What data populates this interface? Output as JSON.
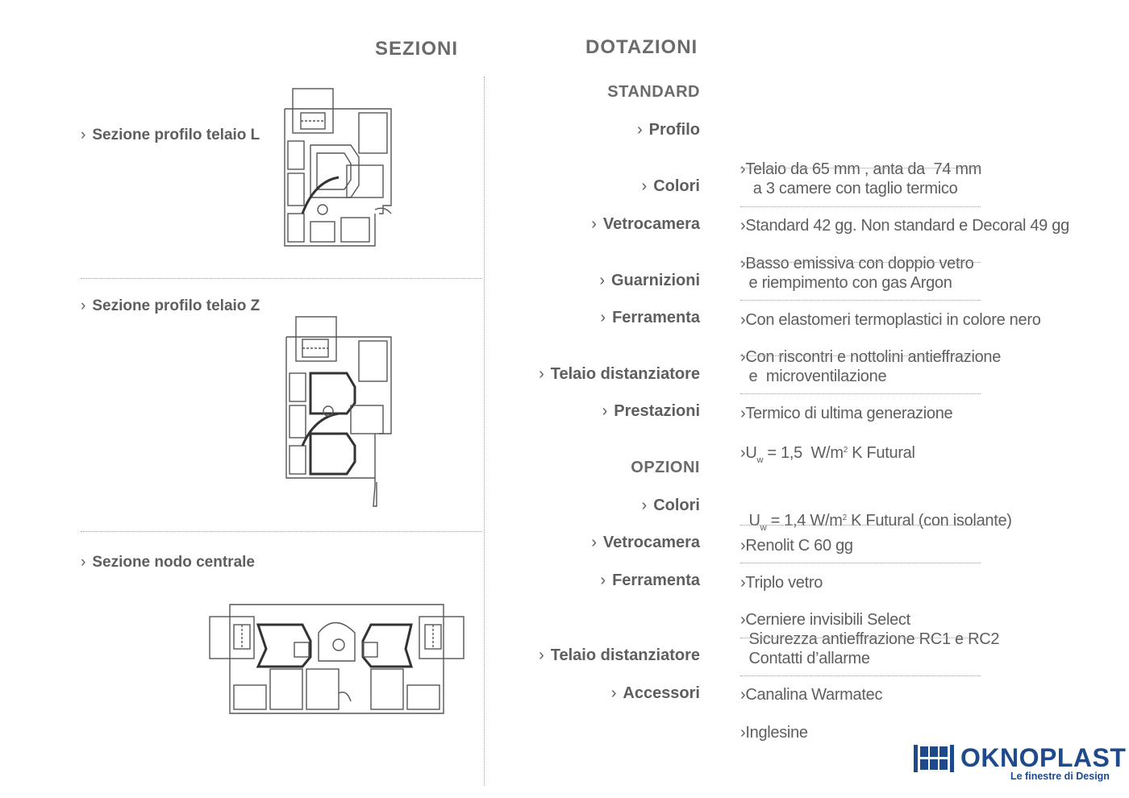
{
  "headers": {
    "sezioni": "SEZIONI",
    "dotazioni": "DOTAZIONI",
    "standard": "STANDARD",
    "opzioni": "OPZIONI"
  },
  "sections": [
    {
      "label": "Sezione profilo telaio L"
    },
    {
      "label": "Sezione profilo telaio Z"
    },
    {
      "label": "Sezione nodo centrale"
    }
  ],
  "chevron": "›",
  "standard": [
    {
      "label": "Profilo",
      "lines": [
        "›Telaio da 65 mm , anta da  74 mm",
        "   a 3 camere con taglio termico"
      ]
    },
    {
      "label": "Colori",
      "lines": [
        "›Standard 42 gg. Non standard e Decoral 49 gg"
      ]
    },
    {
      "label": "Vetrocamera",
      "lines": [
        "›Basso emissiva con doppio vetro",
        "  e riempimento con gas Argon"
      ]
    },
    {
      "label": "Guarnizioni",
      "lines": [
        "›Con elastomeri termoplastici in colore nero"
      ]
    },
    {
      "label": "Ferramenta",
      "lines": [
        "›Con riscontri e nottolini antieffrazione",
        "  e  microventilazione"
      ]
    },
    {
      "label": "Telaio distanziatore",
      "lines": [
        "›Termico di ultima generazione"
      ]
    },
    {
      "label": "Prestazioni",
      "perf": [
        {
          "prefix": "›U",
          "sub": "w",
          "mid": " = 1,5  W/m",
          "sup": "2",
          "rest": " K Futural"
        },
        {
          "prefix": "  U",
          "sub": "w",
          "mid": " = 1,4 W/m",
          "sup": "2",
          "rest": " K Futural (con isolante)"
        }
      ]
    }
  ],
  "opzioni": [
    {
      "label": "Colori",
      "lines": [
        "›Renolit C 60 gg"
      ]
    },
    {
      "label": "Vetrocamera",
      "lines": [
        "›Triplo vetro"
      ]
    },
    {
      "label": "Ferramenta",
      "lines": [
        "›Cerniere invisibili Select",
        "  Sicurezza antieffrazione RC1 e RC2",
        "  Contatti d’allarme"
      ]
    },
    {
      "label": "Telaio  distanziatore",
      "lines": [
        "›Canalina Warmatec"
      ]
    },
    {
      "label": "Accessori",
      "lines": [
        "›Inglesine"
      ]
    }
  ],
  "logo": {
    "name": "OKNOPLAST",
    "tagline": "Le finestre di Design",
    "color": "#1e4a8c"
  },
  "icons": [
    "window-logo-icon",
    "profile-section-drawing"
  ]
}
